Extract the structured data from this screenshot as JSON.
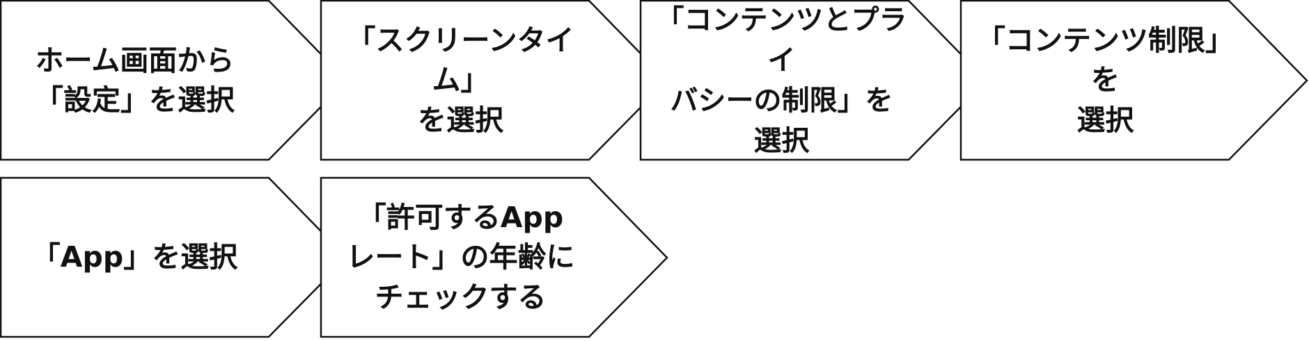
{
  "steps": [
    {
      "label": "ホーム画面から\n「設定」を選択"
    },
    {
      "label": "「スクリーンタイム」\nを選択"
    },
    {
      "label": "「コンテンツとプライ\nバシーの制限」を\n選択"
    },
    {
      "label": "「コンテンツ制限」を\n選択"
    },
    {
      "label": "「App」を選択"
    },
    {
      "label": "「許可するApp\nレート」の年齢に\nチェックする"
    }
  ]
}
